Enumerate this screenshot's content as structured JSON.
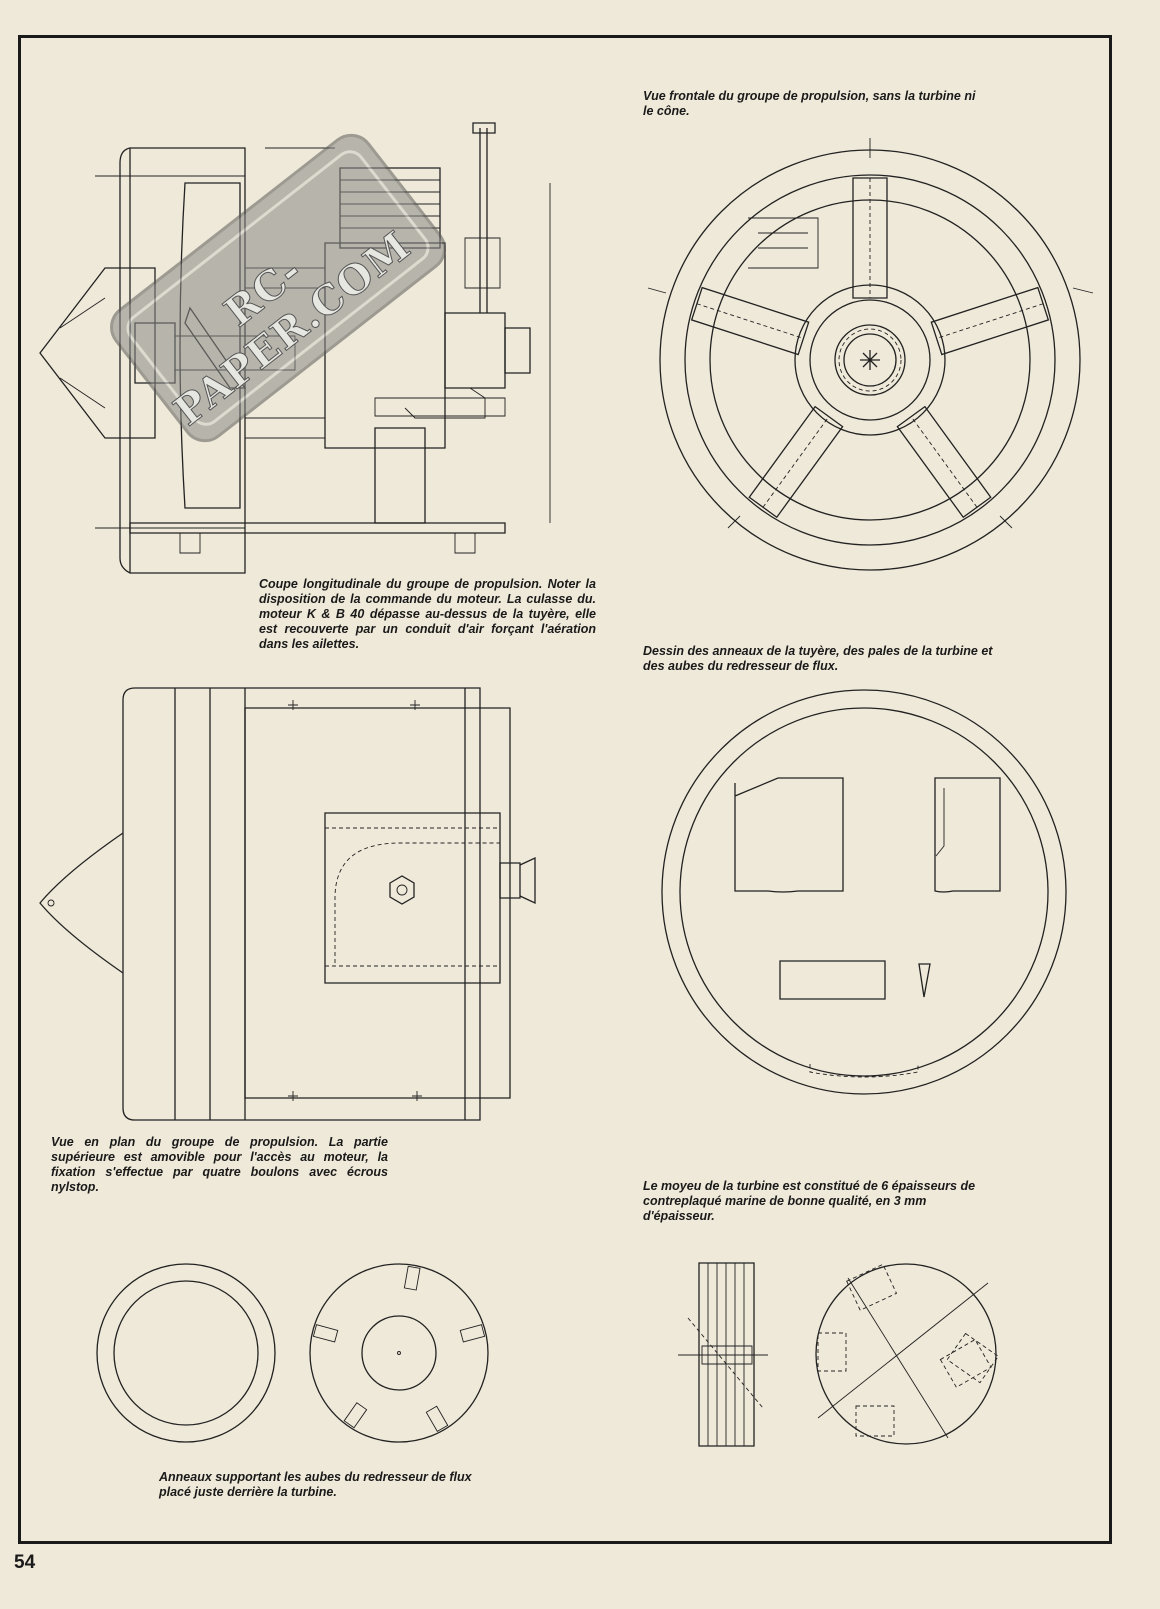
{
  "page": {
    "number": "54"
  },
  "captions": {
    "longitudinal_section": "Coupe longitudinale du groupe de propulsion. Noter la disposition de la commande du moteur. La culasse du. moteur K & B 40 dépasse au-dessus de la tuyère, elle est recouverte par un conduit d'air forçant l'aération dans les ailettes.",
    "front_view": "Vue frontale du groupe de propulsion, sans la turbine ni le cône.",
    "plan_view": "Vue en plan du groupe de propulsion. La partie supérieure est amovible pour l'accès au moteur, la fixation s'effectue par quatre boulons avec écrous nylstop.",
    "rings_blades_drawing": "Dessin des anneaux de la tuyère, des pales de la turbine et des aubes du redresseur de flux.",
    "turbine_hub": "Le moyeu de la turbine est constitué de 6 épaisseurs de contreplaqué marine de bonne qualité, en 3 mm d'épaisseur.",
    "support_rings": "Anneaux supportant les aubes du redresseur de flux placé juste derrière la turbine."
  },
  "watermark": {
    "text": "RC-PAPER.COM"
  }
}
